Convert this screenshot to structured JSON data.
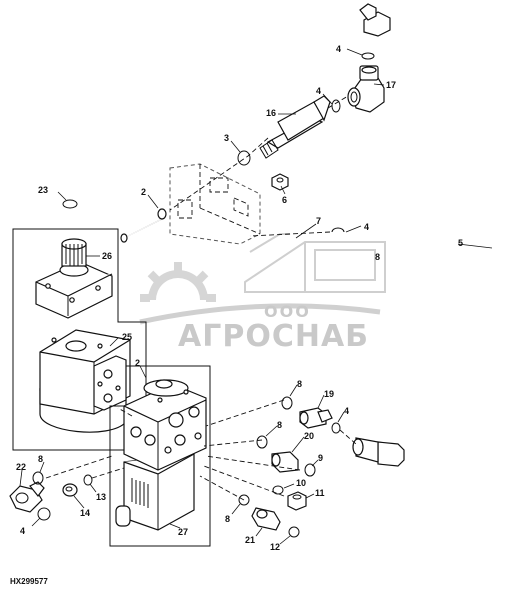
{
  "callouts": {
    "c2a": "2",
    "c2b": "2",
    "c3": "3",
    "c4a": "4",
    "c4b": "4",
    "c4c": "4",
    "c4d": "4",
    "c4e": "4",
    "c5": "5",
    "c6": "6",
    "c7": "7",
    "c8a": "8",
    "c8b": "8",
    "c8c": "8",
    "c8d": "8",
    "c8e": "8",
    "c9": "9",
    "c10": "10",
    "c11": "11",
    "c12": "12",
    "c13": "13",
    "c14": "14",
    "c16": "16",
    "c17": "17",
    "c19": "19",
    "c20": "20",
    "c21": "21",
    "c22": "22",
    "c23": "23",
    "c25": "25",
    "c26": "26",
    "c27": "27"
  },
  "figure_id": "HX299577",
  "watermark": {
    "brand": "АГРОСНАБ",
    "prefix": "ООО"
  },
  "colors": {
    "line": "#111111",
    "watermark": "#c9c9c9"
  }
}
